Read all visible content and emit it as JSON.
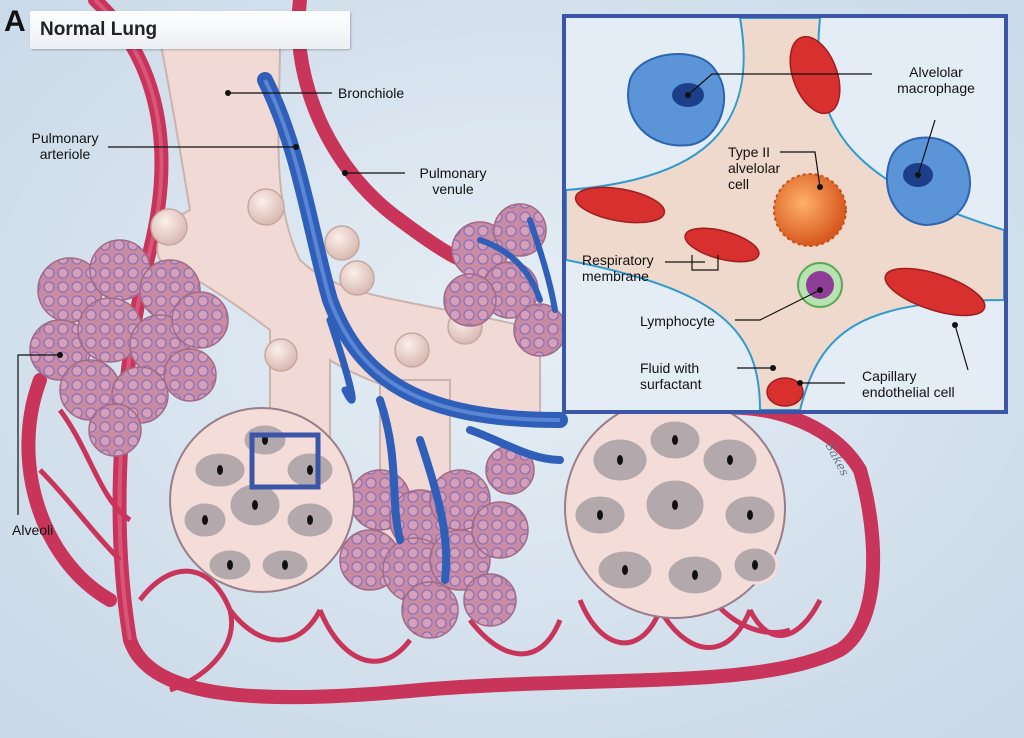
{
  "panel": {
    "letter": "A",
    "title": "Normal Lung"
  },
  "labels": {
    "bronchiole": "Bronchiole",
    "pulmonary_arteriole": "Pulmonary\narteriole",
    "pulmonary_venule": "Pulmonary\nvenule",
    "alveoli": "Alveoli"
  },
  "inset_labels": {
    "alveolar_macrophage": "Alvelolar\nmacrophage",
    "type_ii_cell": "Type II\nalvelolar\ncell",
    "respiratory_membrane": "Respiratory\nmembrane",
    "lymphocyte": "Lymphocyte",
    "fluid_surfactant": "Fluid with\nsurfactant",
    "capillary_endothelial": "Capillary\nendothelial  cell"
  },
  "signature": "Sakes",
  "colors": {
    "background": "#dbe7f1",
    "artery_blue": "#2f5fb8",
    "vessel_red": "#c8345a",
    "alveolus_pink": "#c98aa4",
    "airway": "#f1dad6",
    "inset_border": "#3b55a8",
    "macrophage": "#3f7fd0",
    "type_ii": "#e8743a",
    "lymphocyte": "#8e3e97"
  }
}
